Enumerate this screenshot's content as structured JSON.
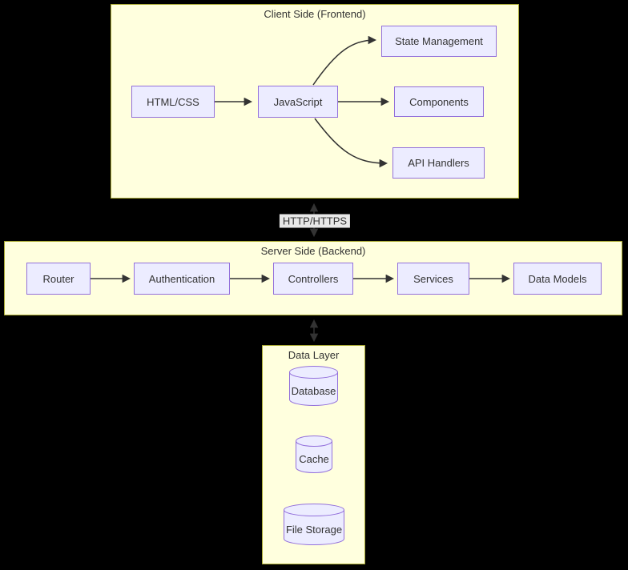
{
  "diagram": {
    "clusters": {
      "client": {
        "label": "Client Side (Frontend)"
      },
      "server": {
        "label": "Server Side (Backend)"
      },
      "data": {
        "label": "Data Layer"
      }
    },
    "nodes": {
      "html_css": "HTML/CSS",
      "javascript": "JavaScript",
      "state_management": "State Management",
      "components": "Components",
      "api_handlers": "API Handlers",
      "router": "Router",
      "authentication": "Authentication",
      "controllers": "Controllers",
      "services": "Services",
      "data_models": "Data Models",
      "database": "Database",
      "cache": "Cache",
      "file_storage": "File Storage"
    },
    "edge_labels": {
      "http": "HTTP/HTTPS"
    },
    "edges": [
      {
        "from": "HTML/CSS",
        "to": "JavaScript",
        "bidirectional": false
      },
      {
        "from": "JavaScript",
        "to": "State Management",
        "bidirectional": false
      },
      {
        "from": "JavaScript",
        "to": "Components",
        "bidirectional": false
      },
      {
        "from": "JavaScript",
        "to": "API Handlers",
        "bidirectional": false
      },
      {
        "from": "Client Side (Frontend)",
        "to": "Server Side (Backend)",
        "label": "HTTP/HTTPS",
        "bidirectional": true
      },
      {
        "from": "Router",
        "to": "Authentication",
        "bidirectional": false
      },
      {
        "from": "Authentication",
        "to": "Controllers",
        "bidirectional": false
      },
      {
        "from": "Controllers",
        "to": "Services",
        "bidirectional": false
      },
      {
        "from": "Services",
        "to": "Data Models",
        "bidirectional": false
      },
      {
        "from": "Server Side (Backend)",
        "to": "Data Layer",
        "bidirectional": true
      }
    ],
    "colors": {
      "background": "#000000",
      "cluster_fill": "#ffffde",
      "cluster_border": "#aaaa33",
      "node_fill": "#ececff",
      "node_border": "#9370db",
      "edge": "#333333",
      "text": "#333333",
      "edge_label_bg": "#e8e8e8"
    }
  }
}
